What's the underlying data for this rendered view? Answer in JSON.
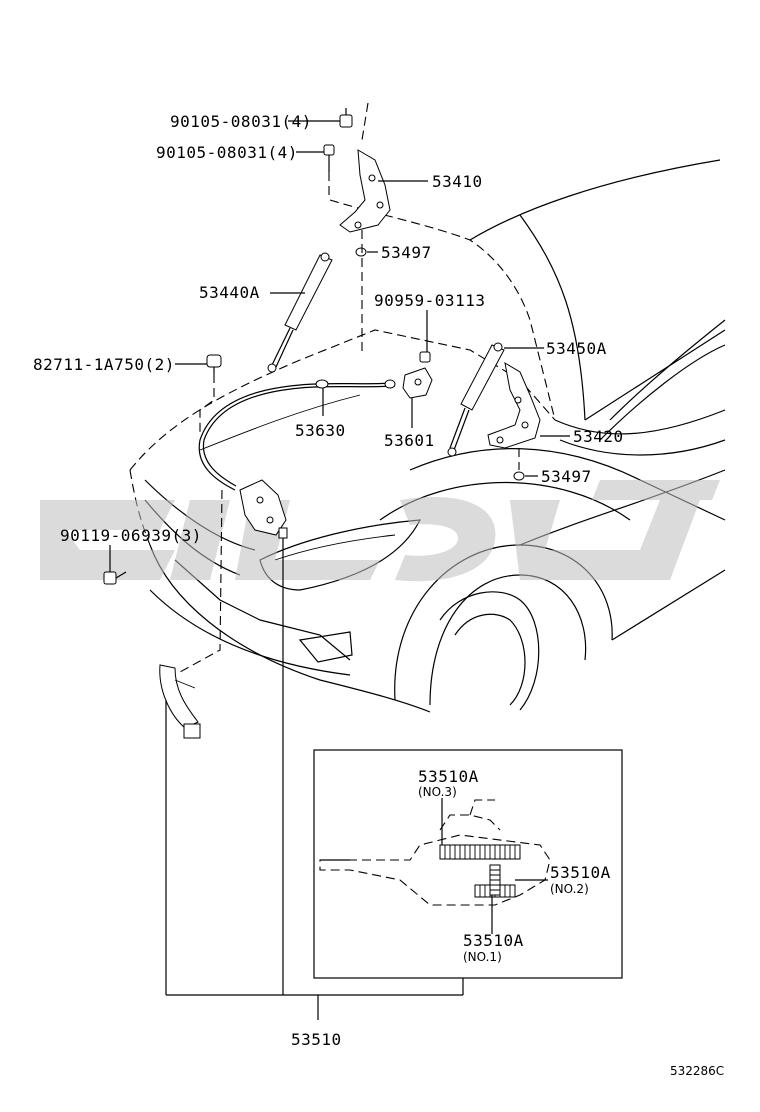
{
  "parts": {
    "bolt_a": "90105-08031(4)",
    "bolt_b": "90105-08031(4)",
    "hinge_left": "53410",
    "cushion_left": "53497",
    "support_left": "53440A",
    "clip_cable": "90959-03113",
    "clip_body": "82711-1A750(2)",
    "support_right": "53450A",
    "cable": "53630",
    "bracket": "53601",
    "hinge_right": "53420",
    "cushion_right": "53497",
    "bolt_lock": "90119-06939(3)",
    "lock_assy": "53510"
  },
  "inset": {
    "spring_no3_part": "53510A",
    "spring_no3_note": "(NO.3)",
    "spring_no2_part": "53510A",
    "spring_no2_note": "(NO.2)",
    "spring_no1_part": "53510A",
    "spring_no1_note": "(NO.1)"
  },
  "diagram_id": "532286C",
  "watermark_text": "alsaad"
}
